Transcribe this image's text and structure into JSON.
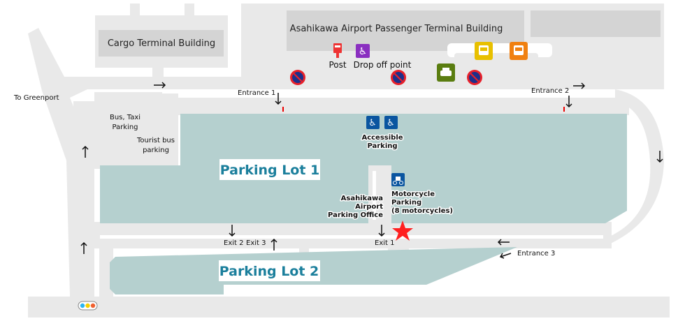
{
  "map": {
    "buildings": {
      "cargo": "Cargo Terminal Building",
      "passenger": "Asahikawa Airport Passenger Terminal Building"
    },
    "lots": {
      "lot1": "Parking Lot 1",
      "lot2": "Parking Lot 2"
    },
    "labels": {
      "to_greenport": "To Greenport",
      "bus_taxi_1": "Bus, Taxi",
      "bus_taxi_2": "Parking",
      "tourist_1": "Tourist bus",
      "tourist_2": "parking",
      "entrance1": "Entrance 1",
      "entrance2": "Entrance 2",
      "entrance3": "Entrance 3",
      "exit1": "Exit 1",
      "exit2": "Exit 2",
      "exit3": "Exit 3",
      "post": "Post",
      "dropoff": "Drop off point",
      "accessible_1": "Accessible",
      "accessible_2": "Parking",
      "office_1": "Asahikawa",
      "office_2": "Airport",
      "office_3": "Parking Office",
      "moto_1": "Motorcycle",
      "moto_2": "Parking",
      "moto_3": "(8 motorcycles)"
    },
    "icons": [
      "no-parking-icon",
      "post-box-icon",
      "wheelchair-icon",
      "bus-icon",
      "taxi-icon",
      "motorcycle-icon",
      "traffic-light-icon",
      "current-location-star-icon"
    ],
    "colors": {
      "road": "#e9e9e9",
      "building": "#d4d4d4",
      "lot": "#b5d0cf",
      "lot_text": "#1b7f9c",
      "accent_star": "#ff2020",
      "bus_yellow": "#e8c000",
      "bus_orange": "#f08010",
      "taxi_green": "#5a7d10",
      "dropoff_purple": "#8a2fc0",
      "accessible_blue": "#0a55a0"
    }
  }
}
